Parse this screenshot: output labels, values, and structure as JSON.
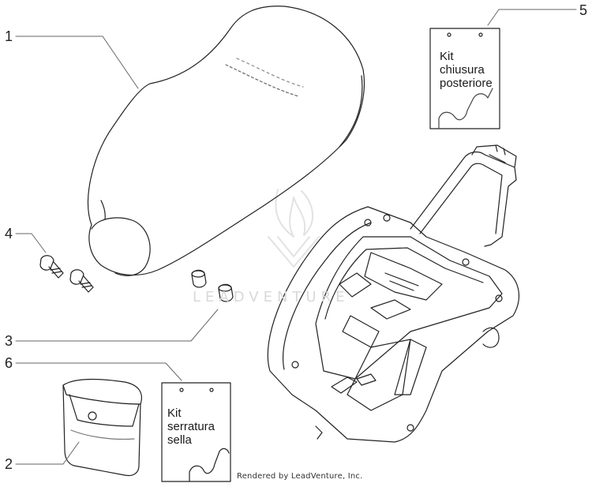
{
  "callouts": {
    "c1": "1",
    "c2": "2",
    "c3": "3",
    "c4": "4",
    "c5": "5",
    "c6": "6"
  },
  "kits": {
    "rear": [
      "Kit",
      "chiusura",
      "posteriore"
    ],
    "saddle": [
      "Kit",
      "serratura",
      "sella"
    ]
  },
  "watermark": "LEADVENTURE",
  "credit": "Rendered by LeadVenture, Inc."
}
